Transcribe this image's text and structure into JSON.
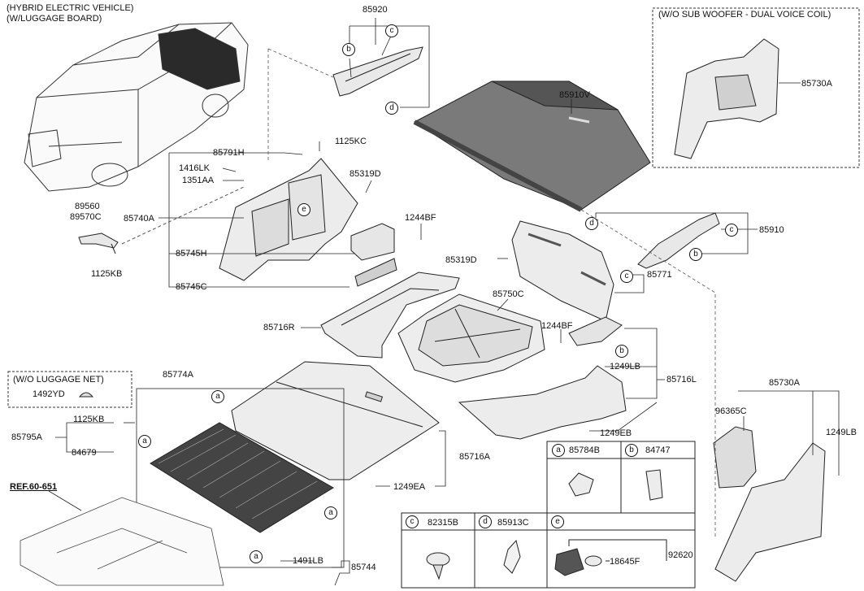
{
  "notes": {
    "vehicle_line1": "(HYBRID ELECTRIC VEHICLE)",
    "vehicle_line2": "(W/LUGGAGE BOARD)",
    "subwoofer": "(W/O SUB WOOFER - DUAL VOICE COIL)",
    "luggage_net": "(W/O LUGGAGE NET)",
    "ref": "REF.60-651"
  },
  "parts": {
    "p85920": "85920",
    "p85910V": "85910V",
    "p85730A_top": "85730A",
    "p85791H": "85791H",
    "p1125KC": "1125KC",
    "p1416LK": "1416LK",
    "p1351AA": "1351AA",
    "p85319D_top": "85319D",
    "p89560": "89560",
    "p89570C": "89570C",
    "p85740A": "85740A",
    "p1244BF_a": "1244BF",
    "p85910": "85910",
    "p85745H": "85745H",
    "p1125KB_a": "1125KB",
    "p85319D_mid": "85319D",
    "p85771": "85771",
    "p85745C": "85745C",
    "p85750C": "85750C",
    "p85716R": "85716R",
    "p1244BF_b": "1244BF",
    "p1249LB_a": "1249LB",
    "p85716L": "85716L",
    "p85774A": "85774A",
    "p85730A_bot": "85730A",
    "p1492YD": "1492YD",
    "p96365C": "96365C",
    "p1125KB_b": "1125KB",
    "p85795A": "85795A",
    "p1249EB": "1249EB",
    "p1249LB_b": "1249LB",
    "p84679": "84679",
    "p85716A": "85716A",
    "p1249EA": "1249EA",
    "p1491LB": "1491LB",
    "p85744": "85744"
  },
  "bubbles": {
    "a": "a",
    "b": "b",
    "c": "c",
    "d": "d",
    "e": "e"
  },
  "legend": {
    "a_letter": "a",
    "a_part": "85784B",
    "b_letter": "b",
    "b_part": "84747",
    "c_letter": "c",
    "c_part": "82315B",
    "d_letter": "d",
    "d_part": "85913C",
    "e_letter": "e",
    "e_part1": "18645F",
    "e_part2": "92620"
  },
  "colors": {
    "line": "#111111",
    "part_fill": "#ececec",
    "dark_fill": "#777777"
  }
}
